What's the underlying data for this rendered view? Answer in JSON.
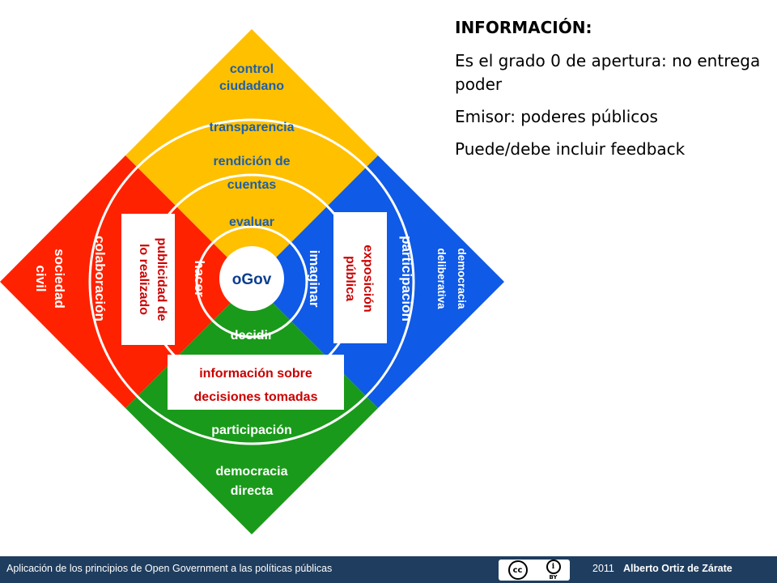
{
  "diagram": {
    "center": "oGov",
    "top": [
      "control",
      "ciudadano",
      "transparencia",
      "rendición de",
      "cuentas",
      "evaluar"
    ],
    "left": [
      "sociedad",
      "civil",
      "colaboración",
      "hacer"
    ],
    "right": [
      "democracia",
      "deliberativa",
      "participación",
      "imaginar"
    ],
    "bottom": [
      "decidir",
      "participación",
      "democracia",
      "directa"
    ],
    "callouts": {
      "left": [
        "publicidad de",
        "lo realizado"
      ],
      "right": [
        "exposición",
        "pública"
      ],
      "bottom": [
        "información sobre",
        "decisiones tomadas"
      ]
    },
    "colors": {
      "top": "#ffc000",
      "left": "#ff2200",
      "right": "#0f5ae6",
      "bottom": "#1a9a1a",
      "top_text": "#1f5fa8",
      "callout_text": "#cc0000",
      "center_text": "#0b3e8e"
    }
  },
  "info": {
    "title": "INFORMACIÓN:",
    "lines": [
      "Es el grado 0 de apertura: no entrega poder",
      "Emisor: poderes públicos",
      "Puede/debe incluir feedback"
    ]
  },
  "footer": {
    "left": "Aplicación de los principios de Open Government a las políticas públicas",
    "license_icons": [
      "cc-icon",
      "by-icon"
    ],
    "license_by_text": "BY",
    "year": "2011",
    "author": "Alberto Ortiz de Zárate"
  }
}
